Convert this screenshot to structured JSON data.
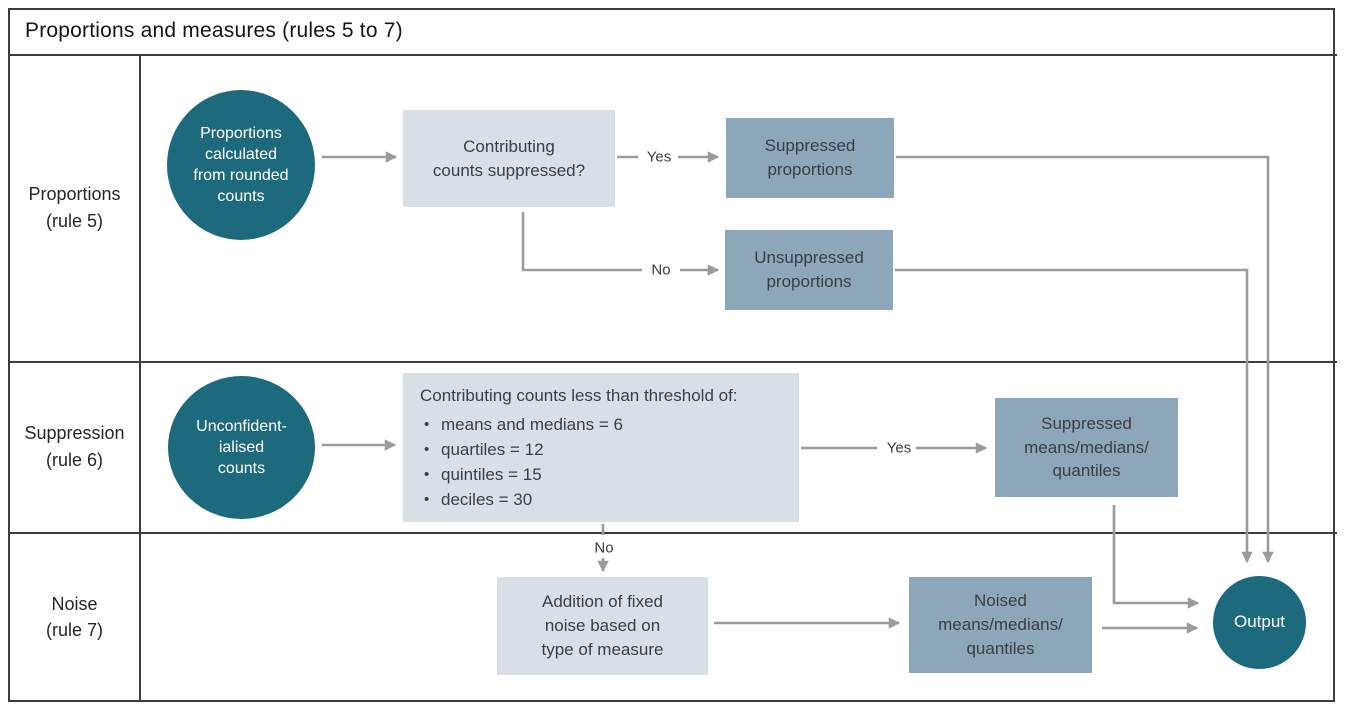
{
  "title": "Proportions and measures (rules 5 to 7)",
  "colors": {
    "teal": "#1e6a7d",
    "steel": "#8ca6ba",
    "light": "#d8dfe5",
    "arrow": "#9b9b9b",
    "frame": "#3c3c3c",
    "text": "#3a3f44",
    "title": "#141414"
  },
  "row_labels": {
    "proportions": "Proportions\n(rule 5)",
    "suppression": "Suppression\n(rule 6)",
    "noise": "Noise\n(rule 7)"
  },
  "nodes": {
    "rounded_counts_circle": "Proportions\ncalculated\nfrom rounded\ncounts",
    "contributing_suppressed_box": "Contributing\ncounts suppressed?",
    "suppressed_proportions_box": "Suppressed\nproportions",
    "unsuppressed_proportions_box": "Unsuppressed\nproportions",
    "unconfidentialised_circle": "Unconfident-\nialised\ncounts",
    "threshold_box": {
      "heading": "Contributing counts less than threshold of:",
      "bullets": [
        "means and medians = 6",
        "quartiles = 12",
        "quintiles = 15",
        "deciles = 30"
      ]
    },
    "suppressed_mmq_box": "Suppressed\nmeans/medians/\nquantiles",
    "addition_noise_box": "Addition of fixed\nnoise based on\ntype of measure",
    "noised_mmq_box": "Noised\nmeans/medians/\nquantiles",
    "output_circle": "Output"
  },
  "edge_labels": {
    "row1_yes": "Yes",
    "row1_no": "No",
    "row2_yes": "Yes",
    "row2_no": "No"
  }
}
